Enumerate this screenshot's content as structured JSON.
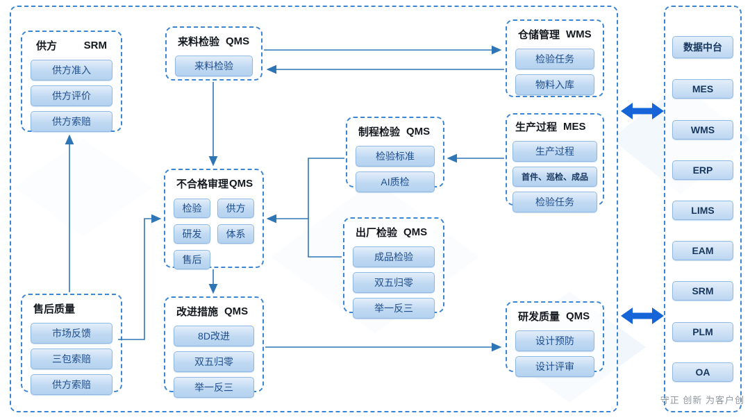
{
  "groups": {
    "supplier": {
      "title": "供方",
      "tag": "SRM",
      "items": [
        "供方准入",
        "供方评价",
        "供方索赔"
      ]
    },
    "incoming": {
      "title": "来料检验",
      "tag": "QMS",
      "items": [
        "来料检验"
      ]
    },
    "warehouse": {
      "title": "仓储管理",
      "tag": "WMS",
      "items": [
        "检验任务",
        "物料入库"
      ]
    },
    "process": {
      "title": "制程检验",
      "tag": "QMS",
      "items": [
        "检验标准",
        "AI质检"
      ]
    },
    "production": {
      "title": "生产过程",
      "tag": "MES",
      "items": [
        "生产过程",
        "首件、巡检、成品",
        "检验任务"
      ]
    },
    "nonconforming": {
      "title": "不合格审理",
      "tag": "QMS",
      "items": [
        "检验",
        "供方",
        "研发",
        "体系",
        "售后"
      ]
    },
    "outgoing": {
      "title": "出厂检验",
      "tag": "QMS",
      "items": [
        "成品检验",
        "双五归零",
        "举一反三"
      ]
    },
    "improvement": {
      "title": "改进措施",
      "tag": "QMS",
      "items": [
        "8D改进",
        "双五归零",
        "举一反三"
      ]
    },
    "rd_quality": {
      "title": "研发质量",
      "tag": "QMS",
      "items": [
        "设计预防",
        "设计评审"
      ]
    },
    "aftersales": {
      "title": "售后质量",
      "tag": "",
      "items": [
        "市场反馈",
        "三包索赔",
        "供方索赔"
      ]
    }
  },
  "systems": [
    "数据中台",
    "MES",
    "WMS",
    "ERP",
    "LIMS",
    "EAM",
    "SRM",
    "PLM",
    "OA"
  ],
  "watermark": "守正 创新 为客户创",
  "colors": {
    "accent": "#2e75b6",
    "dashed_border": "#3a86d4",
    "chip_bg": "#c0d9f2",
    "chip_text": "#1f4e8c",
    "arrow": "#2e75b6",
    "integration_arrow": "#1565d8"
  }
}
